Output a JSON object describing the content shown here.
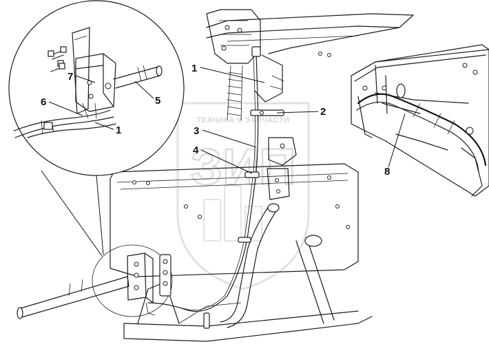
{
  "labels": {
    "l1_top": "1",
    "l1_inset": "1",
    "l2": "2",
    "l3": "3",
    "l4": "4",
    "l5": "5",
    "l6": "6",
    "l7": "7",
    "l8": "8"
  },
  "watermark": {
    "line": "ТЕХНИКА И ЗАПЧАСТИ",
    "logo": "ЗИП"
  }
}
